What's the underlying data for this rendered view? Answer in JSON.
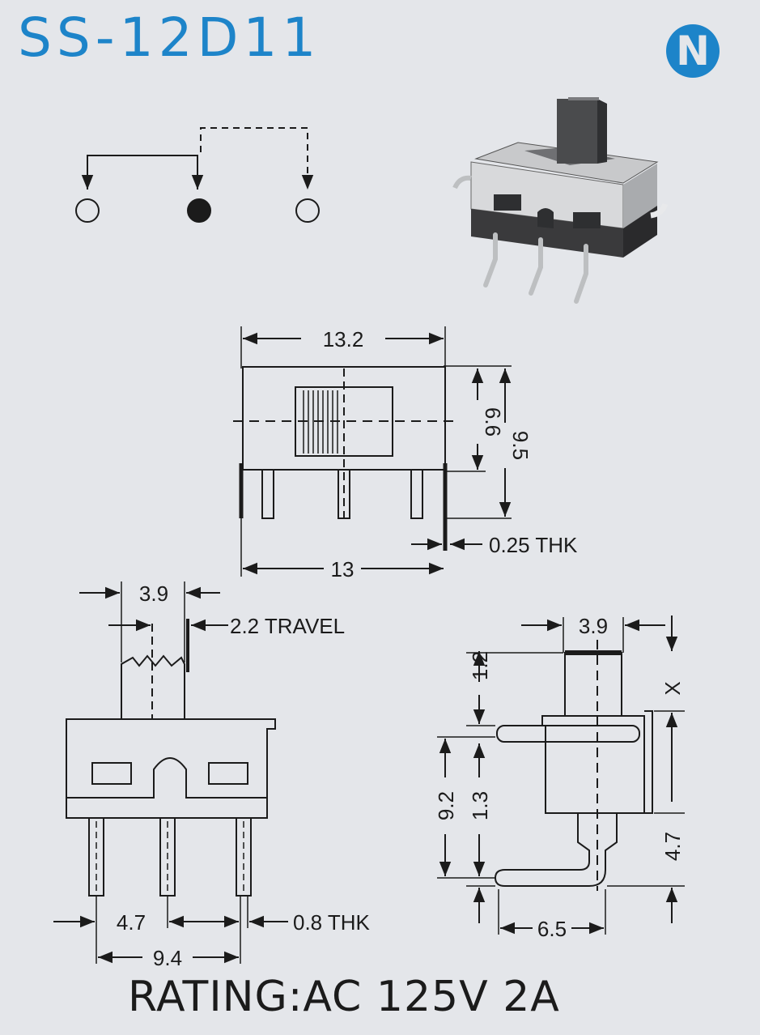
{
  "header": {
    "title": "SS-12D11",
    "logo_letter": "N",
    "brand_color": "#1d84c9"
  },
  "top_view": {
    "width_label": "13.2",
    "depth_inner_label": "6.6",
    "depth_total_label": "9.5",
    "thickness_label": "0.25 THK",
    "pin_span_label": "13"
  },
  "front_view": {
    "actuator_label": "3.9",
    "travel_label": "2.2 TRAVEL",
    "pitch_label": "4.7",
    "pin_thickness_label": "0.8 THK",
    "span_label": "9.4"
  },
  "side_view": {
    "actuator_label": "3.9",
    "x_label": "X",
    "top_label": "1.2",
    "mid_label": "1.3",
    "height_label": "9.2",
    "body_label": "4.7",
    "foot_label": "6.5"
  },
  "footer": {
    "rating": "RATING:AC 125V 2A"
  },
  "colors": {
    "ink": "#1b1b1b",
    "paper": "#e4e6ea"
  }
}
